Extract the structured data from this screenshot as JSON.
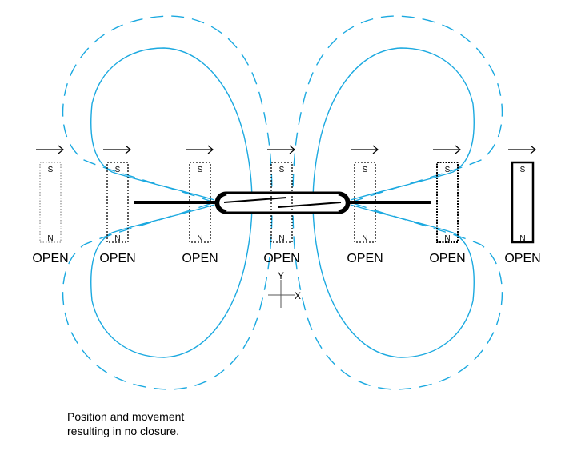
{
  "figure": {
    "description": "Reed switch with magnet moving along X axis parallel to switch",
    "colors": {
      "field_line": "#1ba9e0",
      "ink": "#000000"
    },
    "positions": [
      {
        "north_label": "N",
        "south_label": "S",
        "state": "OPEN",
        "outline": "faint-dotted"
      },
      {
        "north_label": "N",
        "south_label": "S",
        "state": "OPEN",
        "outline": "dotted"
      },
      {
        "north_label": "N",
        "south_label": "S",
        "state": "OPEN",
        "outline": "dotted"
      },
      {
        "north_label": "N",
        "south_label": "S",
        "state": "OPEN",
        "outline": "dotted"
      },
      {
        "north_label": "N",
        "south_label": "S",
        "state": "OPEN",
        "outline": "dotted"
      },
      {
        "north_label": "N",
        "south_label": "S",
        "state": "OPEN",
        "outline": "heavy-dotted"
      },
      {
        "north_label": "N",
        "south_label": "S",
        "state": "OPEN",
        "outline": "solid"
      }
    ],
    "movement_direction": "right",
    "axes": {
      "x_label": "X",
      "y_label": "Y"
    },
    "caption": {
      "line1": "Position and movement",
      "line2": "resulting in no closure."
    }
  }
}
